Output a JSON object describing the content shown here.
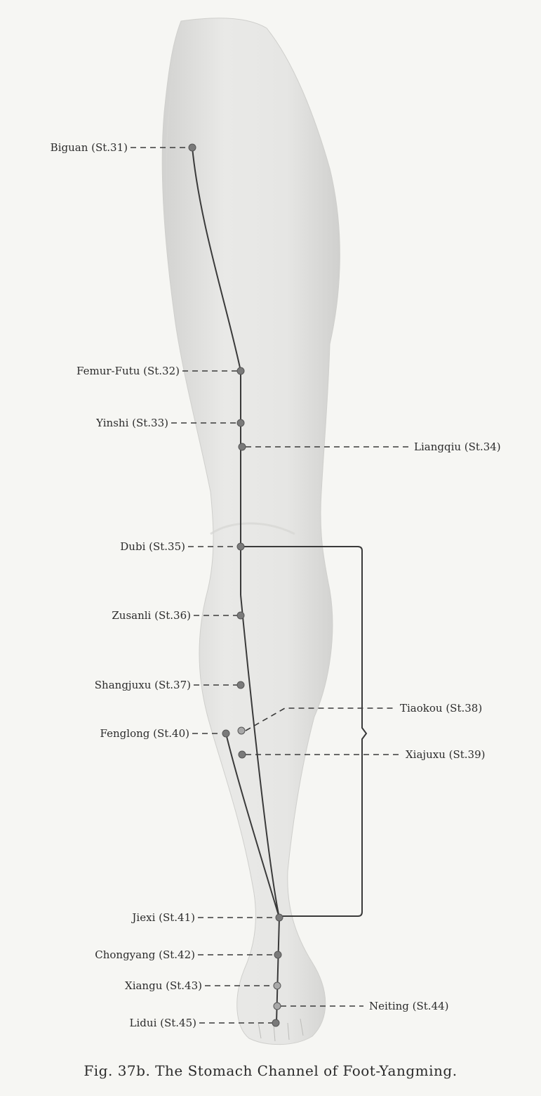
{
  "caption": "Fig. 37b. The Stomach Channel of Foot-Yangming.",
  "points": [
    {
      "id": "biguan",
      "label": "Biguan (St.31)"
    },
    {
      "id": "femur-futu",
      "label": "Femur-Futu (St.32)"
    },
    {
      "id": "yinshi",
      "label": "Yinshi (St.33)"
    },
    {
      "id": "liangqiu",
      "label": "Liangqiu (St.34)"
    },
    {
      "id": "dubi",
      "label": "Dubi (St.35)"
    },
    {
      "id": "zusanli",
      "label": "Zusanli (St.36)"
    },
    {
      "id": "shangjuxu",
      "label": "Shangjuxu (St.37)"
    },
    {
      "id": "tiaokou",
      "label": "Tiaokou (St.38)"
    },
    {
      "id": "fenglong",
      "label": "Fenglong (St.40)"
    },
    {
      "id": "xiajuxu",
      "label": "Xiajuxu (St.39)"
    },
    {
      "id": "jiexi",
      "label": "Jiexi (St.41)"
    },
    {
      "id": "chongyang",
      "label": "Chongyang (St.42)"
    },
    {
      "id": "xiangu",
      "label": "Xiangu (St.43)"
    },
    {
      "id": "neiting",
      "label": "Neiting (St.44)"
    },
    {
      "id": "lidui",
      "label": "Lidui (St.45)"
    }
  ],
  "colors": {
    "background": "#f6f6f3",
    "leg": "#e4e4e2",
    "line": "#3a3a3a",
    "point": "#7a7a7a"
  }
}
